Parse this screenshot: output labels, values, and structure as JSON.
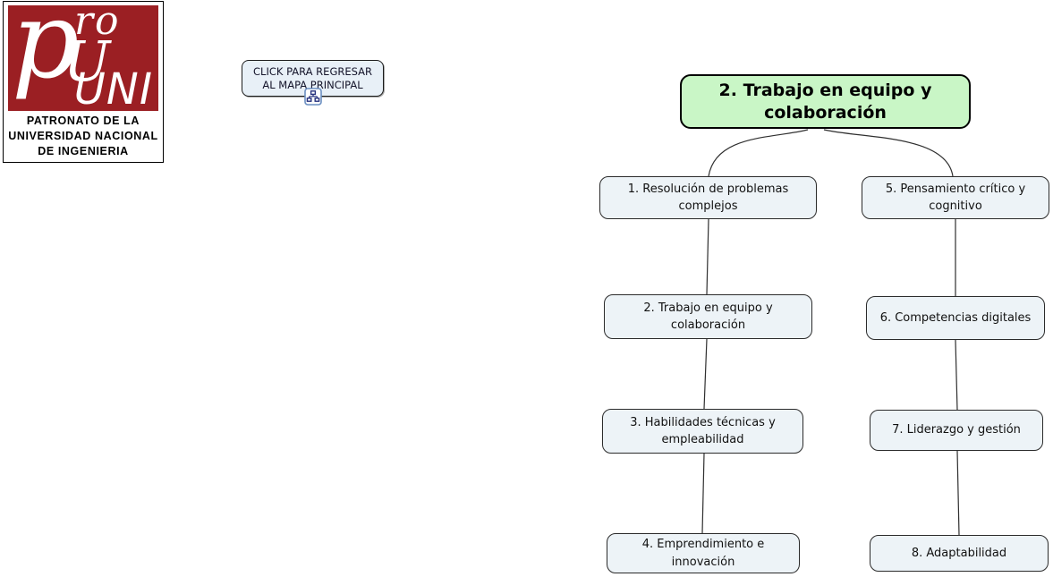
{
  "logo": {
    "mark": {
      "p": "p",
      "ro": "ro",
      "ghost_u": "U",
      "uni": "UNI"
    },
    "caption_lines": [
      "PATRONATO DE LA",
      "UNIVERSIDAD NACIONAL",
      "DE INGENIERIA"
    ],
    "colors": {
      "logo_red": "#9b1f23"
    }
  },
  "back_button": {
    "line1": "CLICK PARA REGRESAR",
    "line2": "AL MAPA PRINCIPAL",
    "icon": "linked-map-icon"
  },
  "concept_map": {
    "root_label": "2. Trabajo en equipo y colaboración",
    "nodes": [
      {
        "label": "1. Resolución de problemas complejos"
      },
      {
        "label": "5. Pensamiento crítico y cognitivo"
      },
      {
        "label": "2. Trabajo en equipo y colaboración"
      },
      {
        "label": "6. Competencias digitales"
      },
      {
        "label": "3. Habilidades técnicas y empleabilidad"
      },
      {
        "label": "7. Liderazgo y gestión"
      },
      {
        "label": "4. Emprendimiento e innovación"
      },
      {
        "label": "8. Adaptabilidad"
      }
    ],
    "colors": {
      "root_bg": "#c9f6c6",
      "node_bg": "#edf3f7",
      "line": "#2f2f2f"
    }
  }
}
